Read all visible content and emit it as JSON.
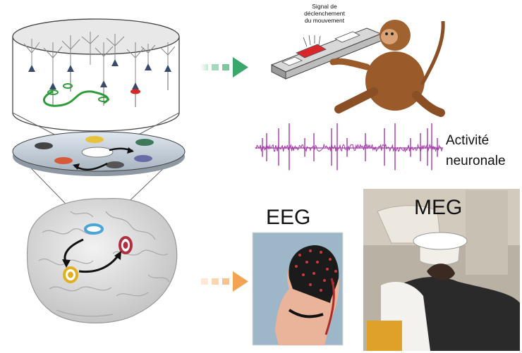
{
  "labels": {
    "signal_line1": "Signal de",
    "signal_line2": "déclenchement",
    "signal_line3": "du mouvement",
    "activity_line1": "Activité",
    "activity_line2": "neuronale",
    "eeg": "EEG",
    "meg": "MEG"
  },
  "colors": {
    "arrow_top": "#3aa86b",
    "arrow_bottom": "#f3a352",
    "trace": "#a23aa8",
    "green_loop": "#2f9b3a",
    "neuron_red": "#d62828",
    "brain": "#d8d8d8"
  },
  "icons": {
    "top_arrow": "dashed-right-arrow-icon",
    "bottom_arrow": "dashed-right-arrow-icon"
  }
}
